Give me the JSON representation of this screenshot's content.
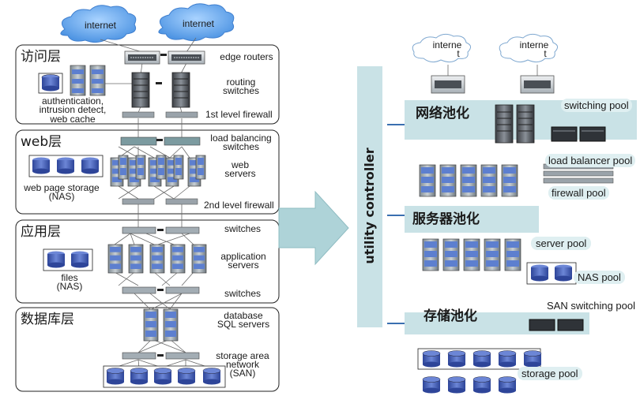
{
  "left": {
    "clouds": [
      "internet",
      "internet"
    ],
    "layers": {
      "access": {
        "name": "访问层",
        "labels": [
          "edge routers",
          "routing",
          "switches",
          "1st level firewall"
        ],
        "storage_text": [
          "authentication,",
          "intrusion detect,",
          "web cache"
        ]
      },
      "web": {
        "name": "web层",
        "labels": [
          "load balancing",
          "switches",
          "web",
          "servers",
          "2nd level firewall"
        ],
        "storage_text": [
          "web page storage",
          "(NAS)"
        ]
      },
      "app": {
        "name": "应用层",
        "labels": [
          "switches",
          "application",
          "servers",
          "switches"
        ],
        "storage_text": [
          "files",
          "(NAS)"
        ]
      },
      "db": {
        "name": "数据库层",
        "labels": [
          "database",
          "SQL servers",
          "storage area",
          "network",
          "(SAN)"
        ]
      }
    }
  },
  "right": {
    "controller": "utility controller",
    "clouds": [
      [
        "interne",
        "t"
      ],
      [
        "interne",
        "t"
      ]
    ],
    "pools": {
      "network": "网络池化",
      "server": "服务器池化",
      "storage": "存储池化"
    },
    "pool_labels": {
      "switching": "switching pool",
      "load_balancer": "load balancer pool",
      "firewall": "firewall pool",
      "server": "server pool",
      "nas": "NAS pool",
      "san_switching": "SAN switching pool",
      "storage": "storage pool"
    }
  },
  "colors": {
    "pool_band": "#c9e2e6",
    "arrow": "#aed3d8",
    "disk": "#4a64b8",
    "cloud": "#5aa0e8"
  }
}
